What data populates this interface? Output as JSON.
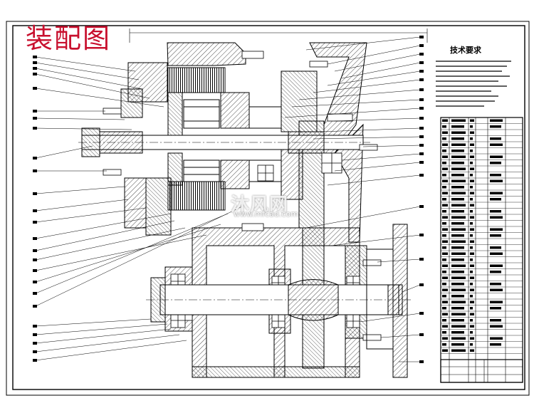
{
  "drawing": {
    "title": "装配图",
    "technical_requirements_heading": "技术要求",
    "watermark": {
      "brand": "沐风网",
      "url": "www.mfcad.com"
    },
    "colors": {
      "line": "#000000",
      "title": "#c8102e",
      "background": "#ffffff"
    }
  }
}
